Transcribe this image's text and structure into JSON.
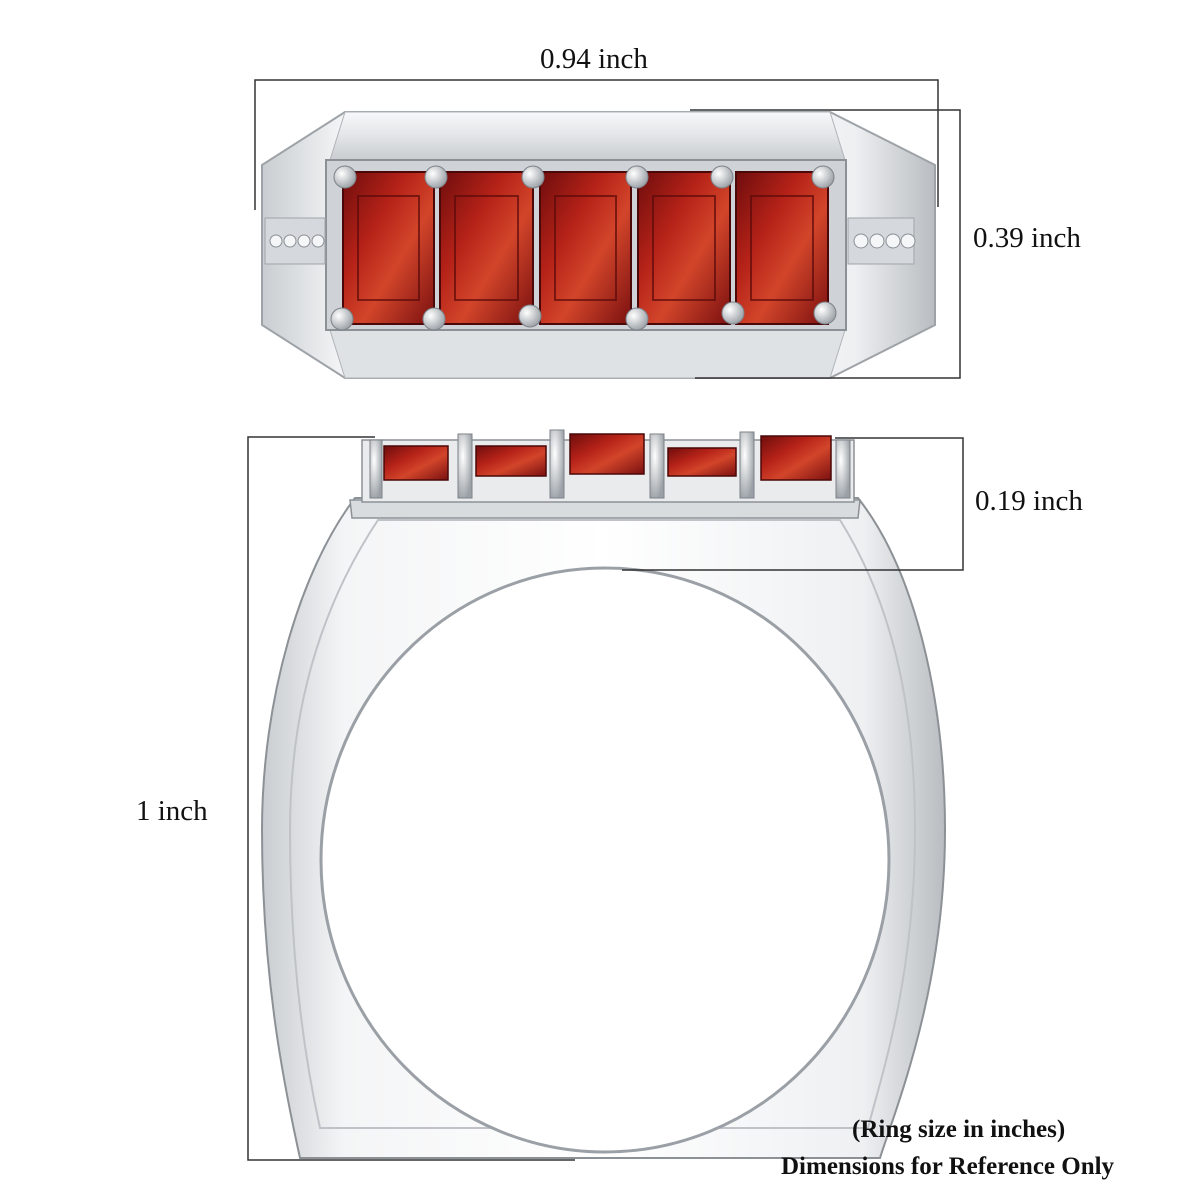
{
  "dimensions": {
    "width_label": "0.94 inch",
    "top_height_label": "0.39 inch",
    "setting_height_label": "0.19 inch",
    "total_height_label": "1 inch"
  },
  "notes": {
    "line1": "(Ring size in inches)",
    "line2": "Dimensions for Reference Only"
  },
  "colors": {
    "metal": "#e8eaec",
    "metal_shadow": "#b8bcc0",
    "garnet": "#8e1414",
    "garnet_light": "#d2452a",
    "diamond": "#f4f6f8",
    "line": "#333333"
  },
  "stones": {
    "garnet_count": 5,
    "accent_diamond_count_per_side": 4
  }
}
